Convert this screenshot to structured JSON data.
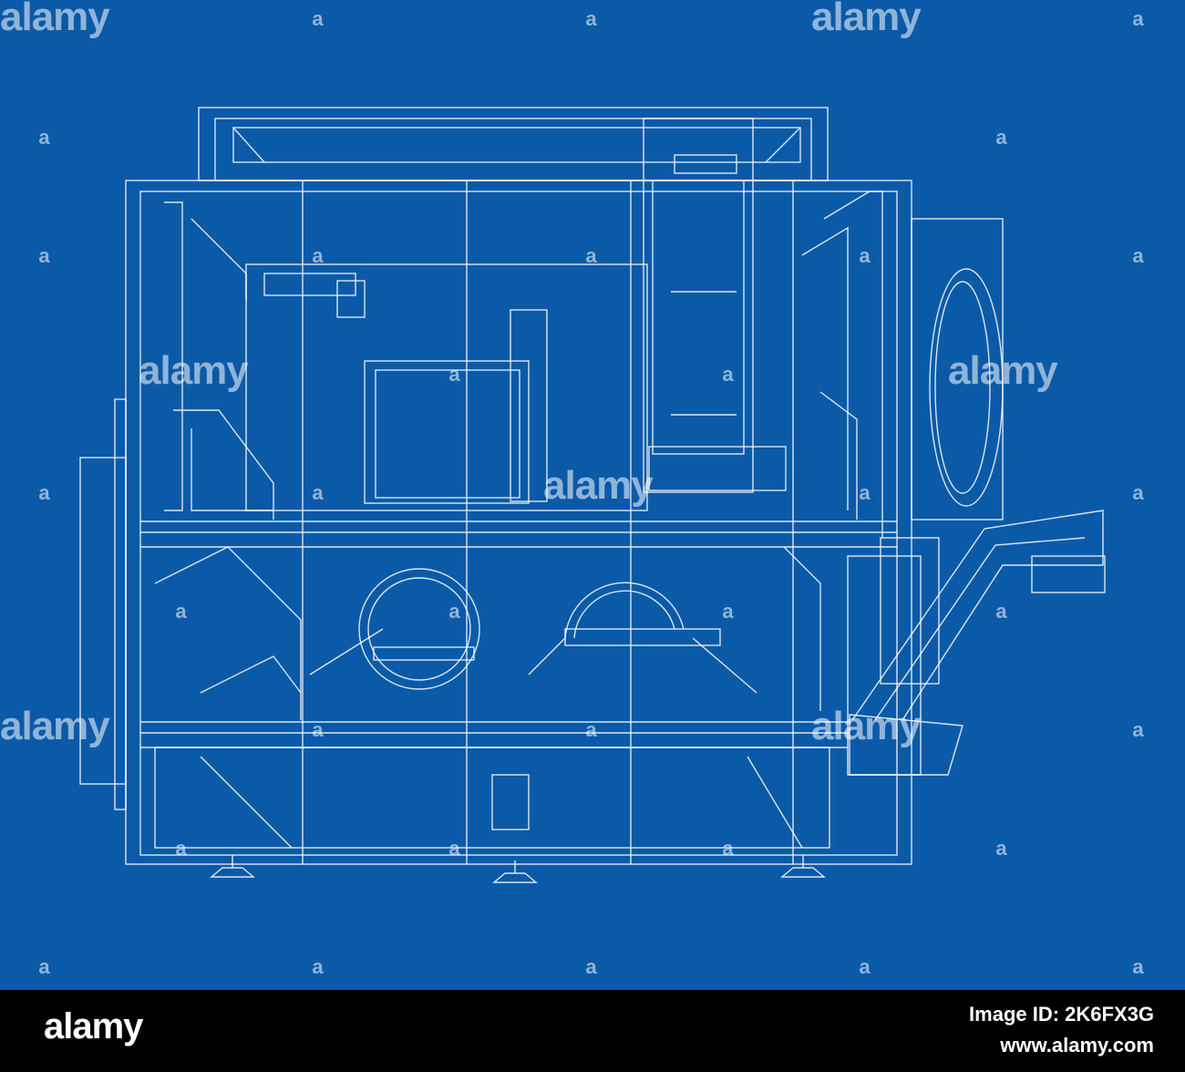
{
  "image": {
    "description_colors": {
      "background": "#0a5aa8",
      "line": "#ffffff",
      "footer": "#000000"
    }
  },
  "watermark": {
    "text": "alamy",
    "icon": "a-letter-mark"
  },
  "footer": {
    "brand": "alamy",
    "image_id": "Image ID: 2K6FX3G",
    "site": "www.alamy.com"
  }
}
